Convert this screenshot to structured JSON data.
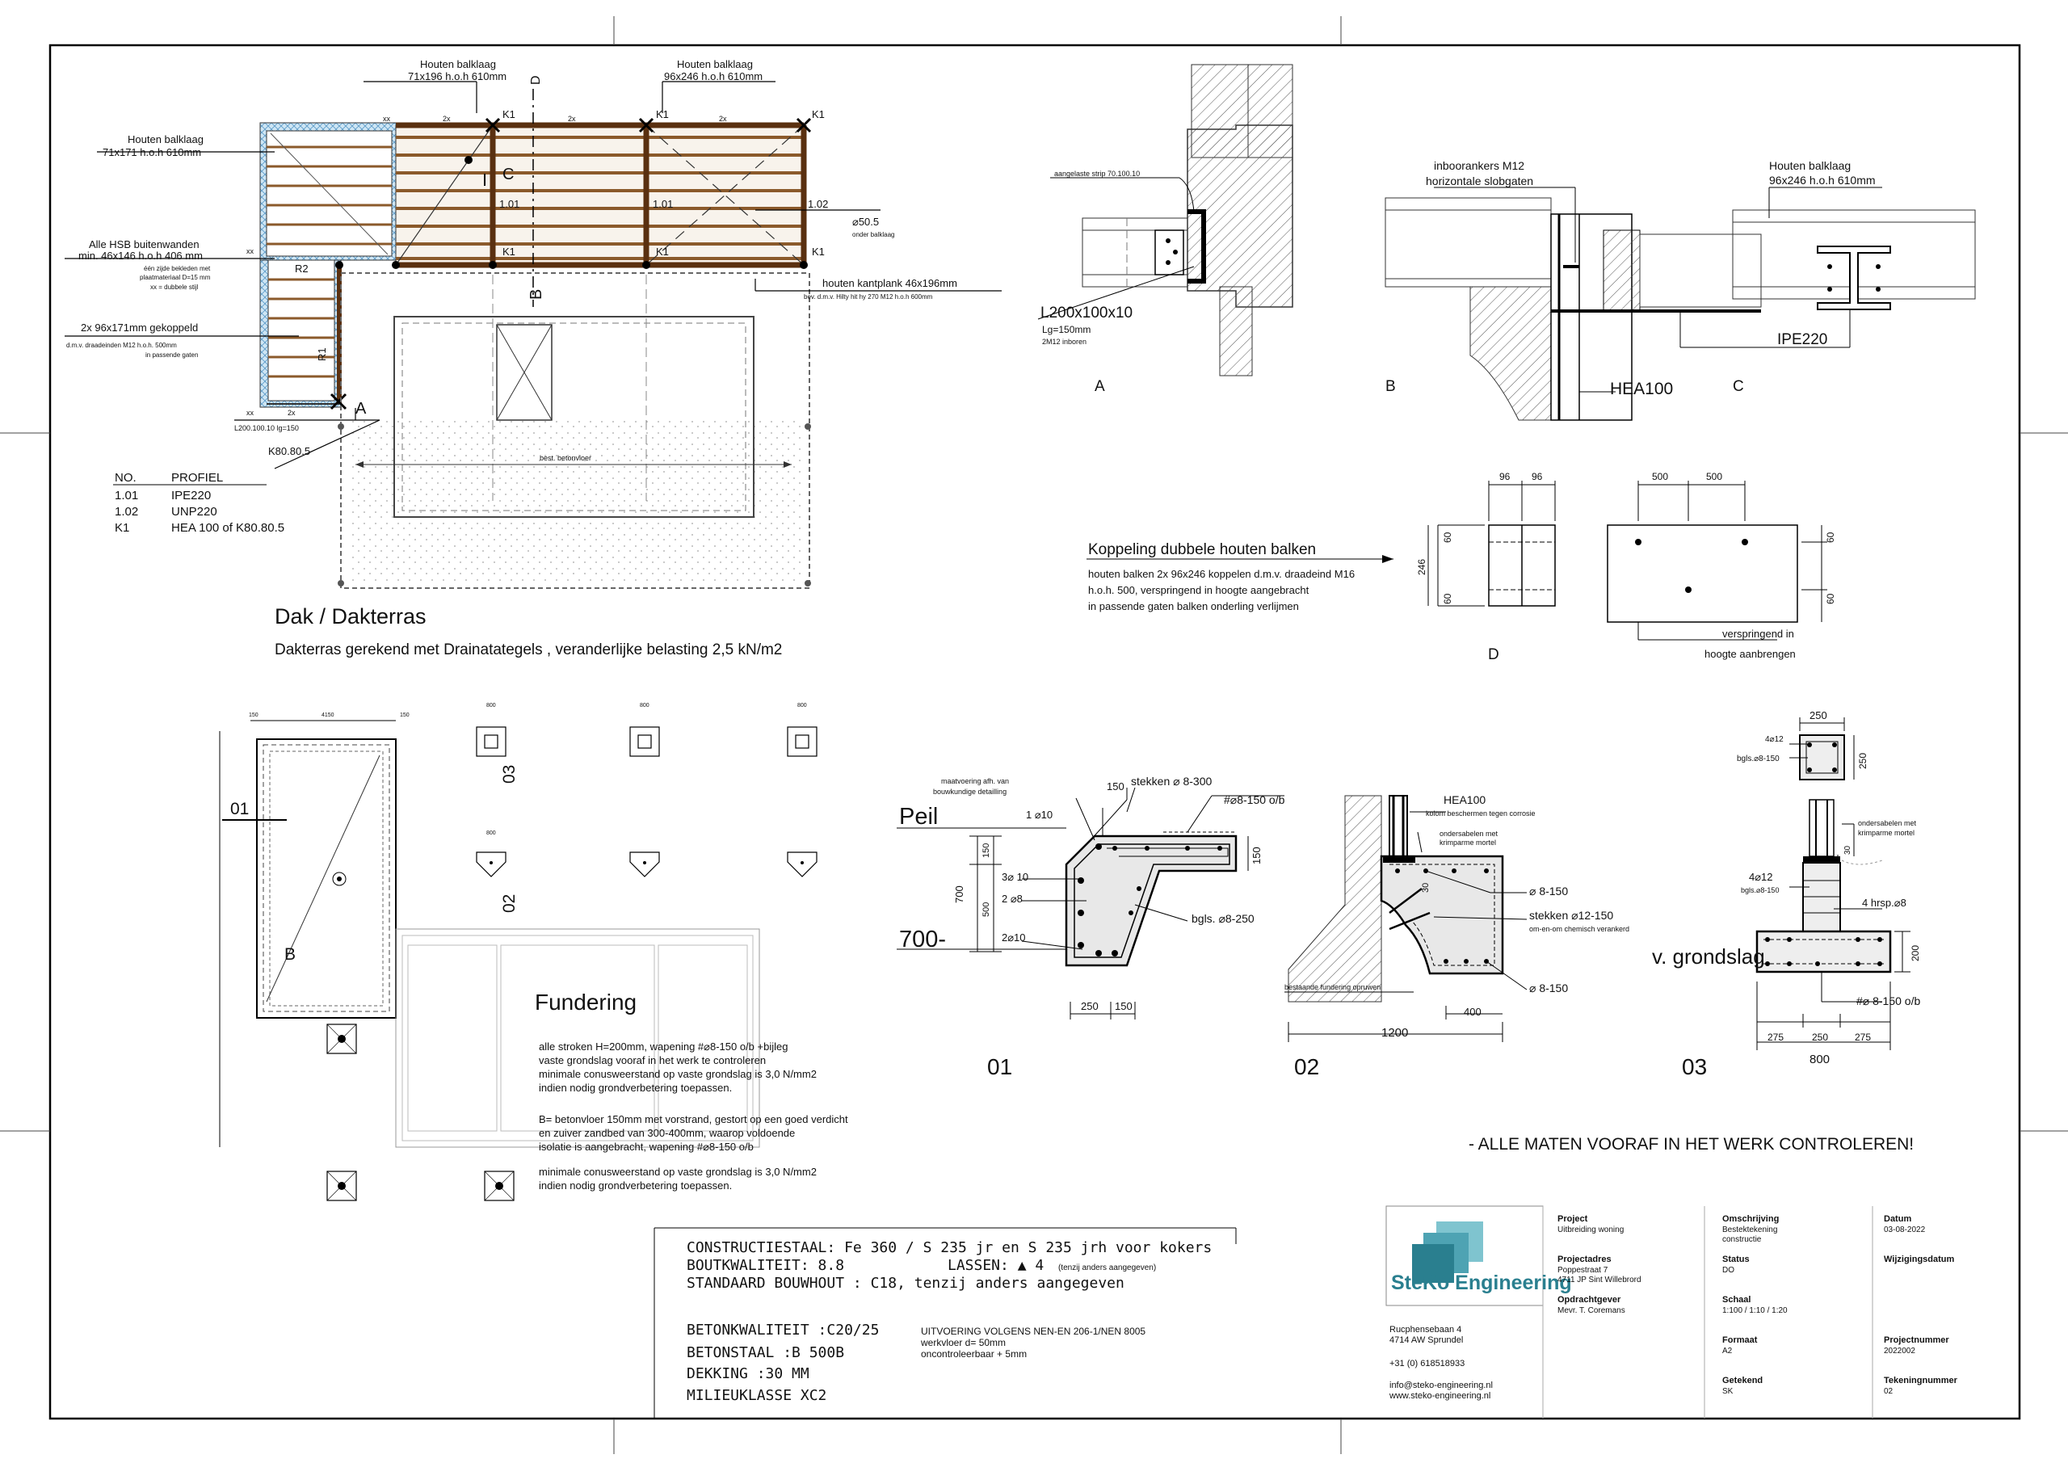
{
  "plan": {
    "labels": {
      "balklaag_1": "Houten balklaag",
      "balklaag_1_size": "71x196 h.o.h 610mm",
      "balklaag_2": "Houten balklaag",
      "balklaag_2_size": "96x246 h.o.h 610mm",
      "balklaag_3": "Houten balklaag",
      "balklaag_3_size": "71x171 h.o.h 610mm",
      "hsb_1": "Alle HSB buitenwanden",
      "hsb_2": "min. 46x146 h.o.h 406 mm",
      "hsb_3": "één zijde bekleden met",
      "hsb_4": "plaatmateriaal D=15 mm",
      "hsb_5": "xx = dubbele stijl",
      "gekoppeld_1": "2x 96x171mm gekoppeld",
      "gekoppeld_2": "d.m.v. draadeinden M12 h.o.h. 500mm",
      "gekoppeld_3": "in passende gaten",
      "diam": "⌀50.5",
      "onder_balklaag": "onder balklaag",
      "kantplank_1": "houten kantplank 46x196mm",
      "kantplank_2": "bev. d.m.v. Hilty hit hy 270 M12 h.o.h 600mm",
      "l200": "L200.100.10 lg=150",
      "k80": "K80.80.5",
      "betonvloer": "best. betonvloer",
      "k1": "K1",
      "m101": "1.01",
      "m102": "1.02",
      "x2": "2x",
      "xx": "xx",
      "r1": "R1",
      "r2": "R2",
      "A": "A",
      "B": "B",
      "C": "C",
      "D": "D"
    },
    "profile_table": {
      "headers": [
        "NO.",
        "PROFIEL"
      ],
      "rows": [
        [
          "1.01",
          "IPE220"
        ],
        [
          "1.02",
          "UNP220"
        ],
        [
          "K1",
          "HEA 100 of K80.80.5"
        ]
      ]
    },
    "title": "Dak / Dakterras",
    "subtitle": "Dakterras gerekend met Drainatategels , veranderlijke belasting 2,5 kN/m2"
  },
  "details_top": {
    "A": {
      "strip": "aangelaste strip 70.100.10",
      "angle": "L200x100x10",
      "lg": "Lg=150mm",
      "bolts": "2M12 inboren",
      "tag": "A"
    },
    "B": {
      "ankers_1": "inboorankers M12",
      "ankers_2": "horizontale slobgaten",
      "hea": "HEA100",
      "tag": "B"
    },
    "C": {
      "balklaag": "Houten balklaag",
      "balklaag_size": "96x246 h.o.h 610mm",
      "ipe": "IPE220",
      "tag": "C"
    },
    "D": {
      "title": "Koppeling dubbele houten balken",
      "text_1": "houten balken 2x 96x246 koppelen d.m.v. draadeind M16",
      "text_2": "h.o.h. 500, verspringend in hoogte aangebracht",
      "text_3": "in passende gaten balken onderling verlijmen",
      "dim_96a": "96",
      "dim_96b": "96",
      "dim_246": "246",
      "dim_60a": "60",
      "dim_60b": "60",
      "dim_500a": "500",
      "dim_500b": "500",
      "dim_60c": "60",
      "dim_60d": "60",
      "versp_1": "verspringend in",
      "versp_2": "hoogte aanbrengen",
      "tag": "D"
    }
  },
  "foundation_plan": {
    "title": "Fundering",
    "notes": [
      "alle stroken H=200mm, wapening #⌀8-150 o/b +bijleg",
      "vaste grondslag vooraf in het werk te controleren",
      "minimale conusweerstand op vaste grondslag is 3,0 N/mm2",
      "indien nodig grondverbetering toepassen."
    ],
    "notes_2": [
      "B= betonvloer 150mm met vorstrand, gestort op een goed verdicht",
      "en zuiver zandbed van 300-400mm, waarop voldoende",
      "isolatie is aangebracht, wapening #⌀8-150 o/b"
    ],
    "notes_3": [
      "minimale conusweerstand op vaste grondslag is 3,0 N/mm2",
      "indien nodig grondverbetering toepassen."
    ],
    "tag_01": "01",
    "tag_02": "02",
    "tag_03": "03",
    "tag_B": "B",
    "dim_4150": "4150",
    "dim_150a": "150",
    "dim_150b": "150",
    "dim_800a": "800",
    "dim_800b": "800",
    "dim_800c": "800",
    "dim_800d": "800"
  },
  "section_01": {
    "peil": "Peil",
    "peil_700": "700-",
    "maatvoering_1": "maatvoering afh. van",
    "maatvoering_2": "bouwkundige detailling",
    "stekken": "stekken ⌀ 8-300",
    "wap": "#⌀8-150 o/b",
    "d150": "150",
    "d150b": "150",
    "r1": "1 ⌀10",
    "r3": "3⌀ 10",
    "r2": "2 ⌀8",
    "r2b": "2⌀10",
    "bgls": "bgls. ⌀8-250",
    "d700": "700",
    "d150c": "150",
    "d500": "500",
    "d250": "250",
    "d150d": "150",
    "tag": "01"
  },
  "section_02": {
    "hea": "HEA100",
    "kolom": "kolom beschermen tegen corrosie",
    "ondersab_1": "ondersabelen met",
    "ondersab_2": "krimparme mortel",
    "d30": "30",
    "r8_150": "⌀ 8-150",
    "stekken": "stekken ⌀12-150",
    "chem": "om-en-om chemisch verankerd",
    "r8_150b": "⌀ 8-150",
    "bestaande": "bestaande fundering opruwen",
    "d400": "400",
    "d1200": "1200",
    "tag": "02"
  },
  "section_03": {
    "d250": "250",
    "r4_12": "4⌀12",
    "bgls": "bgls.⌀8-150",
    "d250v": "250",
    "ondersab_1": "ondersabelen met",
    "ondersab_2": "krimparme mortel",
    "d30": "30",
    "r4_12b": "4⌀12",
    "bgls_b": "bgls.⌀8-150",
    "hrsp": "4 hrsp.⌀8",
    "grondslag": "v. grondslag",
    "d200": "200",
    "wap": "#⌀ 8-150 o/b",
    "d275a": "275",
    "d250b": "250",
    "d275b": "275",
    "d800": "800",
    "tag": "03"
  },
  "warning": "- ALLE MATEN VOORAF IN HET WERK CONTROLEREN!",
  "spec": {
    "line1": "CONSTRUCTIESTAAL: Fe 360 / S 235 jr en S 235 jrh voor kokers",
    "line2a": "BOUTKWALITEIT:  8.8",
    "line2b": "LASSEN:  ▲ 4",
    "line2c": "(tenzij anders aangegeven)",
    "line3": "STANDAARD BOUWHOUT : C18, tenzij anders aangegeven",
    "line4": "BETONKWALITEIT :C20/25",
    "line4b": "UITVOERING VOLGENS NEN-EN 206-1/NEN 8005",
    "line4c": "werkvloer d= 50mm",
    "line4d": "oncontroleerbaar + 5mm",
    "line5": "BETONSTAAL :B 500B",
    "line6": "DEKKING :30 MM",
    "line7": "MILIEUKLASSE XC2"
  },
  "titleblock": {
    "company": "SteKo Engineering",
    "address_1": "Rucphensebaan 4",
    "address_2": "4714 AW Sprundel",
    "phone": "+31 (0) 618518933",
    "email": "info@steko-engineering.nl",
    "web": "www.steko-engineering.nl",
    "project_label": "Project",
    "project": "Uitbreiding woning",
    "adres_label": "Projectadres",
    "adres_1": "Poppestraat 7",
    "adres_2": "4711 JP Sint Willebrord",
    "opdracht_label": "Opdrachtgever",
    "opdracht": "Mevr. T. Coremans",
    "omschr_label": "Omschrijving",
    "omschr_1": "Bestektekening",
    "omschr_2": "constructie",
    "status_label": "Status",
    "status": "DO",
    "schaal_label": "Schaal",
    "schaal": "1:100 / 1:10 / 1:20",
    "formaat_label": "Formaat",
    "formaat": "A2",
    "getekend_label": "Getekend",
    "getekend": "SK",
    "datum_label": "Datum",
    "datum": "03-08-2022",
    "wijz_label": "Wijzigingsdatum",
    "projnr_label": "Projectnummer",
    "projnr": "2022002",
    "tekennr_label": "Tekeningnummer",
    "tekennr": "02",
    "logo_color_1": "#2a7f8f",
    "logo_color_2": "#7fc4cf"
  }
}
